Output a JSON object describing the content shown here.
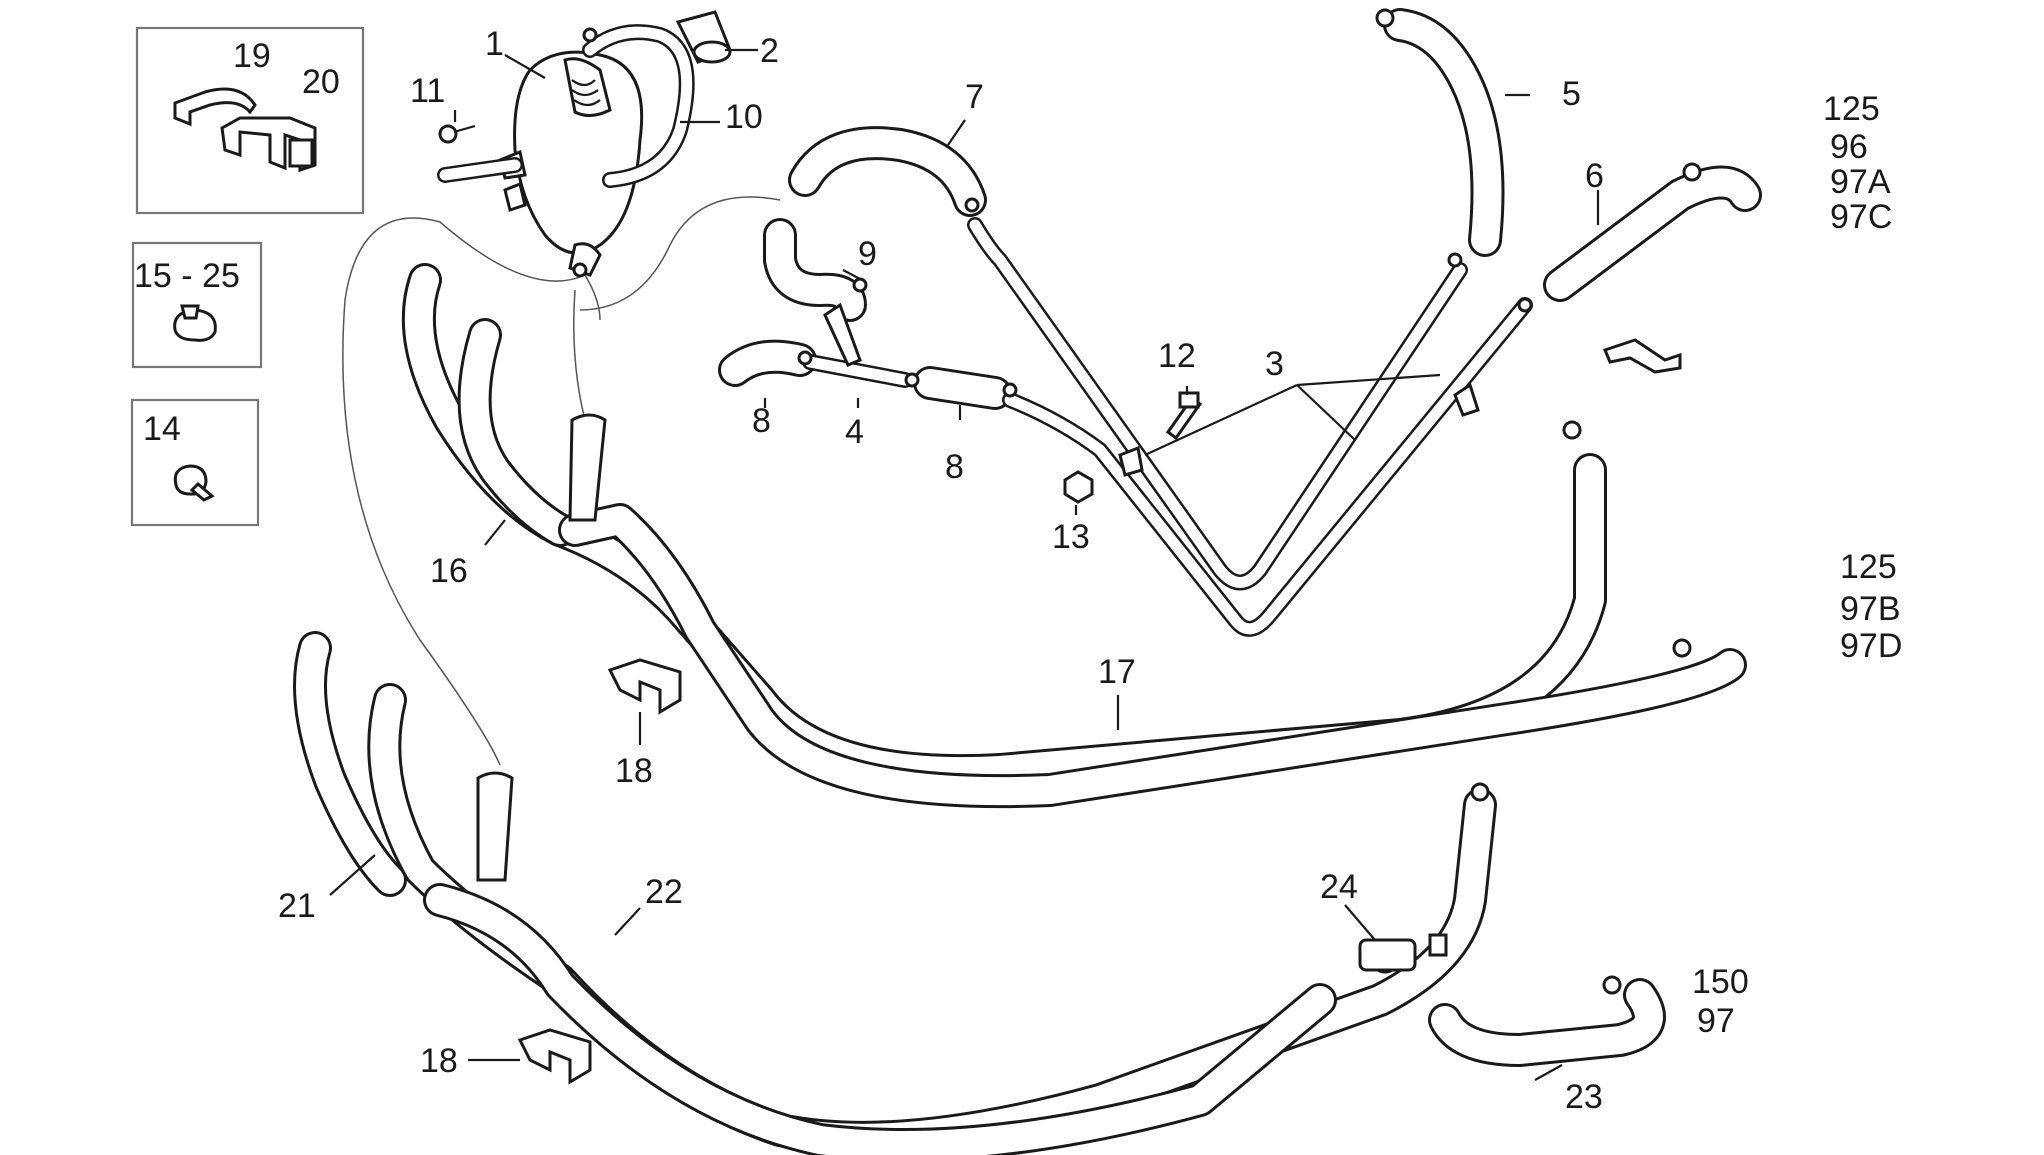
{
  "callouts": {
    "c1": "1",
    "c2": "2",
    "c3": "3",
    "c4": "4",
    "c5": "5",
    "c6": "6",
    "c7": "7",
    "c8a": "8",
    "c8b": "8",
    "c9": "9",
    "c10": "10",
    "c11": "11",
    "c12": "12",
    "c13": "13",
    "c14": "14",
    "c15_25": "15 - 25",
    "c16": "16",
    "c17": "17",
    "c18a": "18",
    "c18b": "18",
    "c19": "19",
    "c20": "20",
    "c21": "21",
    "c22": "22",
    "c23": "23",
    "c24": "24"
  },
  "variants": {
    "group1": [
      "125",
      "96",
      "97A",
      "97C"
    ],
    "group2": [
      "125",
      "97B",
      "97D"
    ],
    "group3": [
      "150",
      "97"
    ]
  }
}
